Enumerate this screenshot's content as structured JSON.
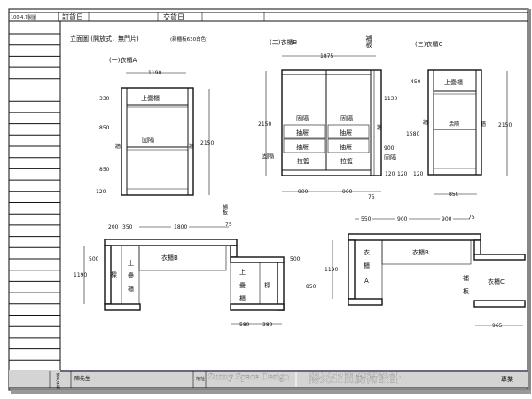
{
  "header": {
    "drawn_date": "100.4.7製圖",
    "order_date_label": "訂貨日",
    "delivery_date_label": "交貨日"
  },
  "drawing": {
    "title": "立面圖 (開放式，無門片)",
    "note": "(新櫃板630白色)",
    "cabinet_a": {
      "title": "(一)衣櫃A",
      "width": "1190",
      "top_label": "上疊櫃",
      "middle_label": "固隔",
      "wall_left": "牆",
      "wall_right": "牆",
      "dims": [
        "330",
        "850",
        "850",
        "120"
      ],
      "height": "2150"
    },
    "cabinet_b": {
      "title": "(二)衣櫃B",
      "filler": "補板",
      "width": "1875",
      "height": "2150",
      "left_label": "固隔",
      "shelf_left": "固隔",
      "shelf_right": "固隔",
      "drawers": [
        "抽屜",
        "抽屜",
        "抽屜",
        "抽屜"
      ],
      "pull_left": "拉籃",
      "pull_right": "拉籃",
      "wall": "牆",
      "dims_right": [
        "1130",
        "900"
      ],
      "fixed": "固隔",
      "base": [
        "120",
        "120"
      ],
      "bottom_dims": [
        "900",
        "900",
        "75"
      ]
    },
    "cabinet_c": {
      "title": "(三)衣櫃C",
      "top_label": "上疊櫃",
      "middle_label": "活隔",
      "wall_left": "牆",
      "wall_right": "牆",
      "dims": [
        "450",
        "1580",
        "120"
      ],
      "height": "2150",
      "width": "850"
    },
    "plan_1": {
      "filler": "補板",
      "filler_dim": "75",
      "top_dims": [
        "200",
        "350",
        "1800"
      ],
      "left_dims": [
        "500",
        "1190"
      ],
      "beam_left": "樑",
      "upper_left": [
        "上",
        "疊",
        "櫃"
      ],
      "cab_b": "衣櫃B",
      "upper_right": [
        "上",
        "疊",
        "櫃"
      ],
      "beam_right": "樑",
      "right_dims": [
        "500",
        "850"
      ],
      "bottom_dims": [
        "580",
        "380"
      ]
    },
    "plan_2": {
      "top_dims": [
        "550",
        "900",
        "900",
        "75"
      ],
      "height_dim": "1190",
      "cab_a": [
        "衣",
        "櫃",
        "A"
      ],
      "cab_b": "衣櫃B",
      "filler": [
        "補",
        "板"
      ],
      "cab_c": "衣櫃C",
      "bottom_dim": "965"
    }
  },
  "footer": {
    "client_label": "客戶名稱",
    "client": "陳先生",
    "address_label": "地址",
    "brand_en": "Sunny Space Design",
    "brand_zh": "陽光空間廚衛設計",
    "tail": "專業"
  }
}
